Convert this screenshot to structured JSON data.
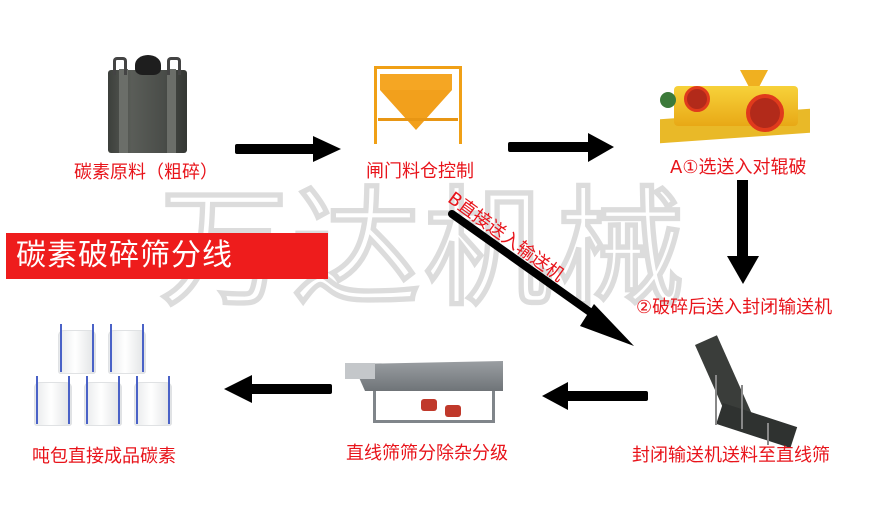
{
  "watermark": "万达机械",
  "title": "碳素破碎筛分线",
  "steps": {
    "raw_material": "碳素原料（粗碎）",
    "gate_hopper": "闸门料仓控制",
    "roll_crusher": "A①选送入对辊破",
    "direct_route": "B直接送入输送机",
    "to_conveyor": "②破碎后送入封闭输送机",
    "conveyor_feed": "封闭输送机送料至直线筛",
    "linear_screen": "直线筛筛分除杂分级",
    "ton_bag": "吨包直接成品碳素"
  },
  "colors": {
    "label_red": "#e8141b",
    "banner_red": "#ee1c1c",
    "arrow": "#000000",
    "hopper_orange": "#f5a623",
    "crusher_yellow": "#f2c12e"
  },
  "icons": {
    "raw": "black-ton-bag",
    "hopper": "hopper-bin",
    "crusher": "roll-crusher",
    "conveyor": "enclosed-conveyor",
    "screen": "linear-vibrating-screen",
    "product": "white-ton-bags"
  }
}
